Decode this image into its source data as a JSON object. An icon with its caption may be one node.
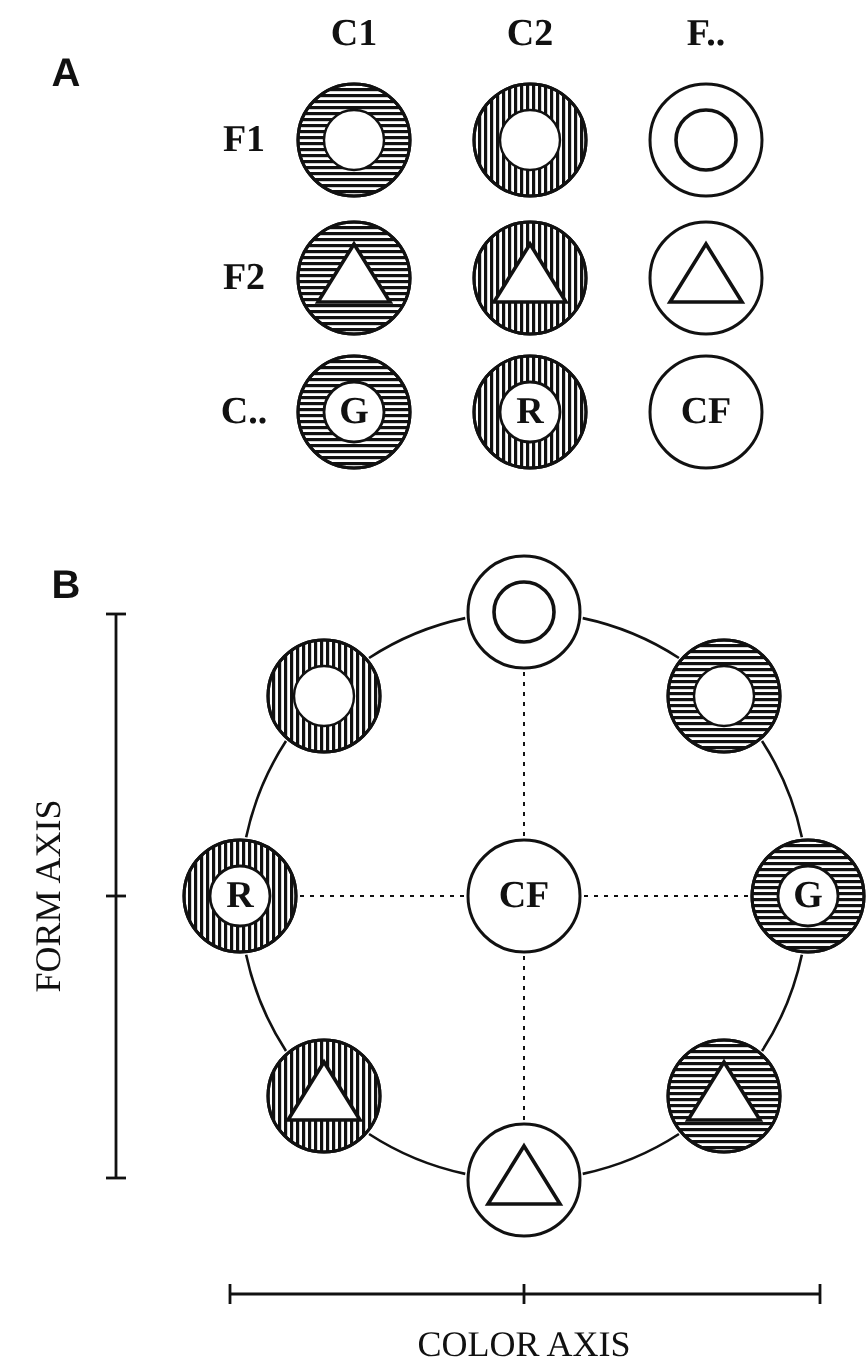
{
  "diagram": {
    "nodes": [
      {
        "text": [],
        "shape": "circle"
      },
      {
        "text": [],
        "shape": "circle"
      },
      {
        "text": [],
        "shape": "circle"
      },
      {
        "text": [],
        "shape": "circle"
      },
      {
        "text": [],
        "shape": "circle"
      },
      {
        "text": [],
        "shape": "circle"
      },
      {
        "text": [
          "G"
        ]
      },
      {
        "text": [
          "R"
        ]
      },
      {
        "text": [
          "CF"
        ]
      },
      {
        "text": [],
        "shape": "circle"
      },
      {
        "text": [],
        "shape": "circle"
      },
      {
        "text": [],
        "shape": "circle"
      },
      {
        "text": [
          "R"
        ]
      },
      {
        "text": [
          "CF"
        ]
      },
      {
        "text": [
          "G"
        ]
      },
      {
        "text": [],
        "shape": "circle"
      },
      {
        "text": [],
        "shape": "circle"
      },
      {
        "text": [],
        "shape": "circle"
      }
    ],
    "edges": [
      {
        "from": 9,
        "to": 11,
        "arrow": "none"
      },
      {
        "from": 11,
        "to": 14,
        "arrow": "none"
      },
      {
        "from": 14,
        "to": 16,
        "arrow": "none"
      },
      {
        "from": 16,
        "to": 17,
        "arrow": "none"
      },
      {
        "from": 17,
        "to": 15,
        "arrow": "none"
      },
      {
        "from": 15,
        "to": 12,
        "arrow": "none"
      },
      {
        "from": 12,
        "to": 10,
        "arrow": "none"
      },
      {
        "from": 10,
        "to": 9,
        "arrow": "none"
      },
      {
        "from": 9,
        "to": 13,
        "arrow": "none",
        "style": "dashed"
      },
      {
        "from": 13,
        "to": 17,
        "arrow": "none",
        "style": "dashed"
      },
      {
        "from": 12,
        "to": 13,
        "arrow": "none",
        "style": "dashed"
      },
      {
        "from": 13,
        "to": 14,
        "arrow": "none",
        "style": "dashed"
      }
    ],
    "labels": [
      "A",
      "C1",
      "C2",
      "F..",
      "F1",
      "F2",
      "C..",
      "B",
      "FORM AXIS",
      "COLOR AXIS"
    ]
  }
}
